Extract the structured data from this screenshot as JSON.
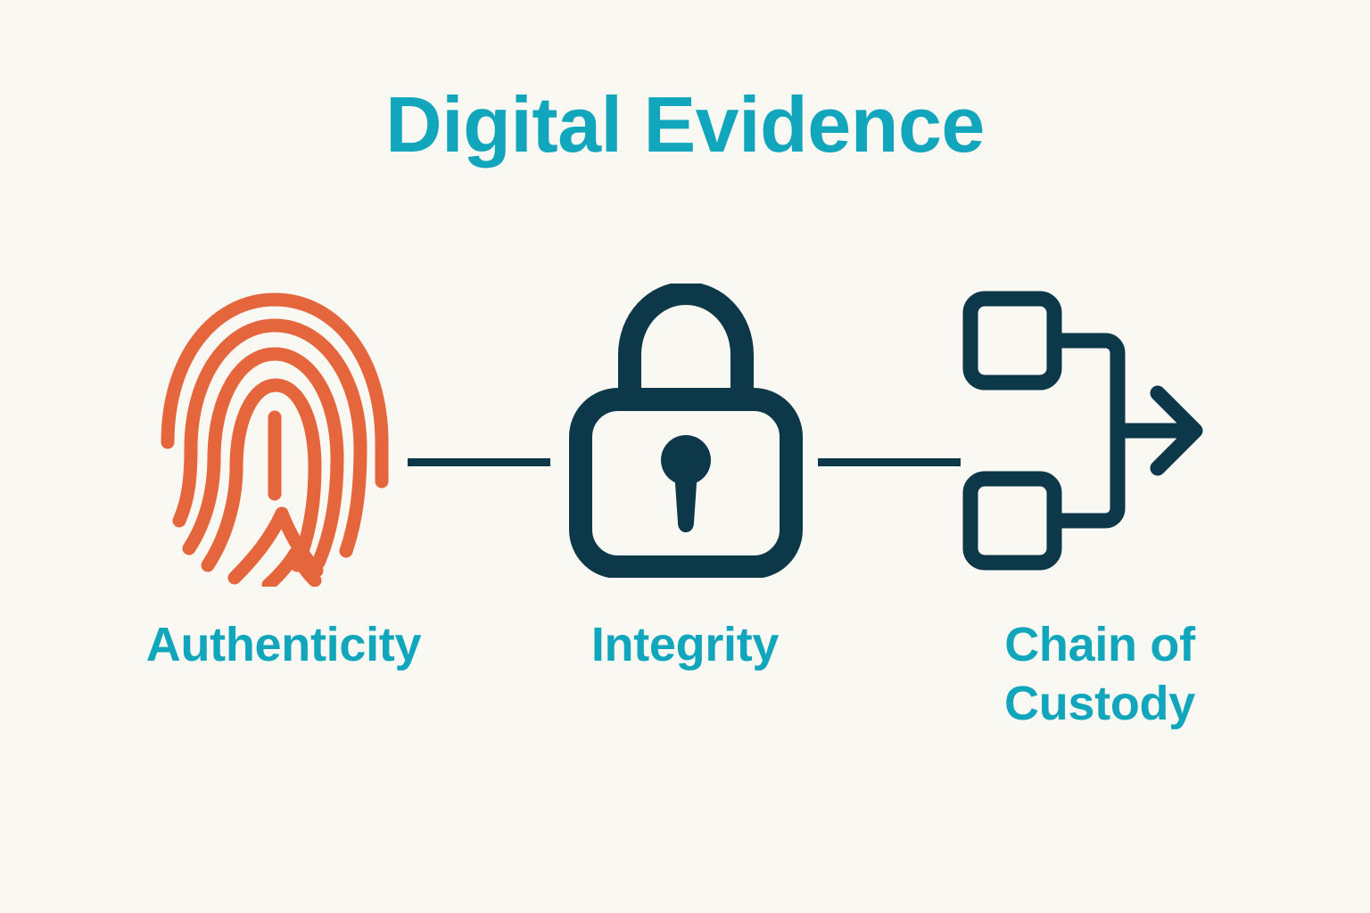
{
  "page": {
    "background_color": "#faf8f3",
    "title": "Digital Evidence"
  },
  "colors": {
    "teal": "#12a6bd",
    "navy": "#0c3849",
    "orange": "#e5653c",
    "background": "#faf8f3"
  },
  "pillars": [
    {
      "id": "authenticity",
      "label": "Authenticity",
      "icon": "fingerprint-icon",
      "icon_color": "#e5653c"
    },
    {
      "id": "integrity",
      "label": "Integrity",
      "icon": "padlock-icon",
      "icon_color": "#0c3849"
    },
    {
      "id": "chain-of-custody",
      "label": "Chain of\nCustody",
      "label_line1": "Chain of",
      "label_line2": "Custody",
      "icon": "flowchart-arrow-icon",
      "icon_color": "#0c3849"
    }
  ],
  "connectors": [
    {
      "id": "connector-1",
      "from": "authenticity",
      "to": "integrity",
      "style": "line"
    },
    {
      "id": "connector-2",
      "from": "integrity",
      "to": "chain-of-custody",
      "style": "line"
    }
  ]
}
